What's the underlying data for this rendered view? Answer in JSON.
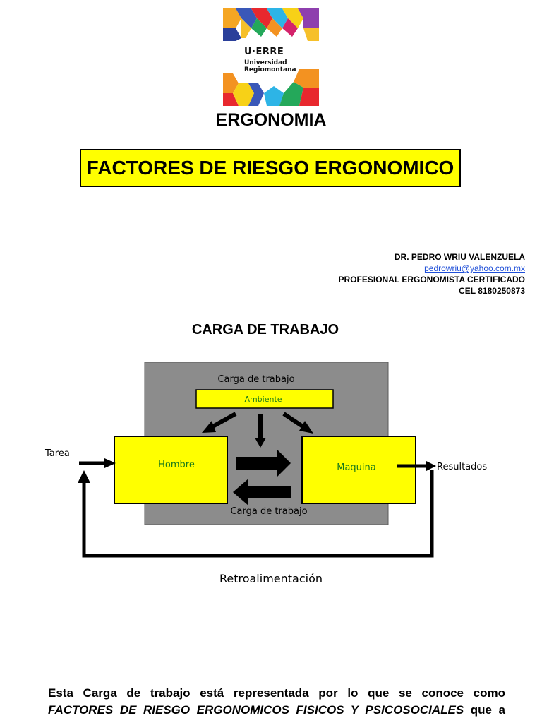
{
  "logo": {
    "brand": "U·ERRE",
    "line1": "Universidad",
    "line2": "Regiomontana"
  },
  "doc_title": "ERGONOMIA",
  "banner": "FACTORES DE RIESGO ERGONOMICO",
  "author": {
    "name": "DR. PEDRO WRIU VALENZUELA",
    "email": "pedrowriu@yahoo.com.mx",
    "role": "PROFESIONAL ERGONOMISTA CERTIFICADO",
    "phone": "CEL 8180250873"
  },
  "section_title": "CARGA DE TRABAJO",
  "diagram": {
    "top_label": "Carga de trabajo",
    "environment": "Ambiente",
    "man": "Hombre",
    "machine": "Maquina",
    "bottom_label": "Carga de trabajo",
    "input": "Tarea",
    "output": "Resultados",
    "feedback": "Retroalimentación"
  },
  "paragraph": {
    "line1": "Esta Carga de trabajo está representada por lo que se conoce como",
    "line2_em": "FACTORES DE RIESGO ERGONOMICOS FISICOS Y PSICOSOCIALES",
    "line2_rest": " que a"
  },
  "colors": {
    "highlight": "#ffff00",
    "box_text": "#1a7a1a",
    "panel": "#8c8c8c",
    "link": "#1f4fd8"
  }
}
